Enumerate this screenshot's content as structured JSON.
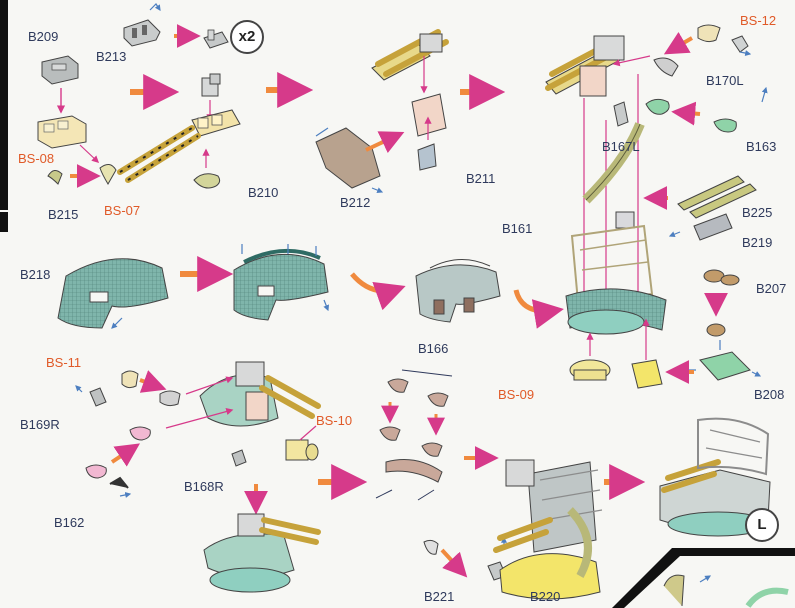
{
  "labels": {
    "b209": "B209",
    "b213": "B213",
    "bs08": "BS-08",
    "b215": "B215",
    "bs07": "BS-07",
    "b210": "B210",
    "b212": "B212",
    "b211": "B211",
    "bs12": "BS-12",
    "b170l": "B170L",
    "b167l": "B167L",
    "b163": "B163",
    "b225": "B225",
    "b161": "B161",
    "b219": "B219",
    "b218": "B218",
    "b166": "B166",
    "b207": "B207",
    "b208": "B208",
    "bs09": "BS-09",
    "bs11": "BS-11",
    "b169r": "B169R",
    "bs10": "BS-10",
    "b168r": "B168R",
    "b162": "B162",
    "b221": "B221",
    "b220": "B220"
  },
  "badges": {
    "x2": "x2",
    "step": "L"
  },
  "colors": {
    "label_part": "#2f3a5c",
    "label_subassembly": "#e05a28",
    "arrow": "#f08a3e",
    "guide": "#d63a8a",
    "pointer": "#4d7fc0"
  }
}
